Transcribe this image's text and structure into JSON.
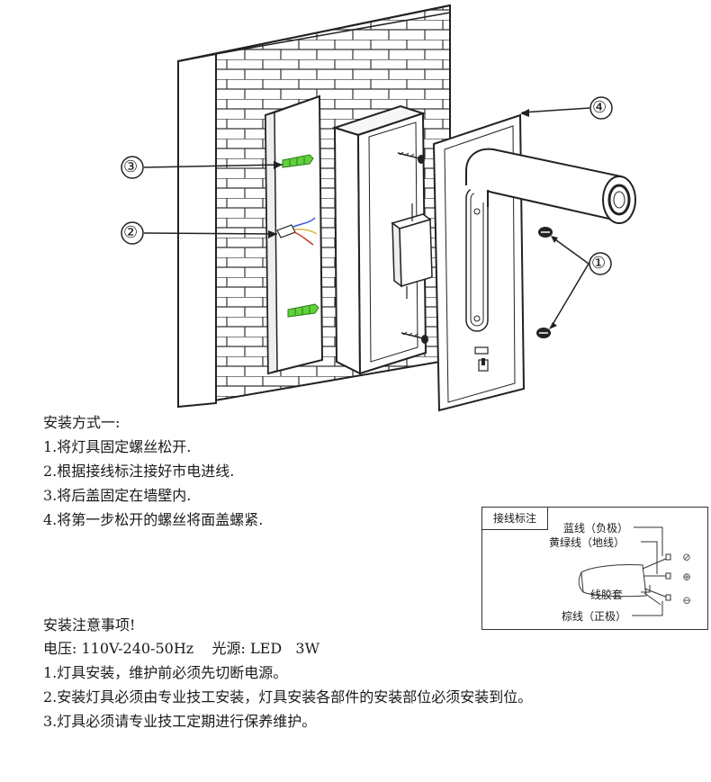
{
  "callouts": {
    "c1": "①",
    "c2": "②",
    "c3": "③",
    "c4": "④"
  },
  "install": {
    "title": "安装方式一:",
    "steps": [
      "1.将灯具固定螺丝松开.",
      "2.根据接线标注接好市电进线.",
      "3.将后盖固定在墙壁内.",
      "4.将第一步松开的螺丝将面盖螺紧."
    ]
  },
  "wiring": {
    "title": "接线标注",
    "blue": "蓝线（负极）",
    "yellow_green": "黄绿线（地线）",
    "sleeve": "线胶套",
    "brown": "棕线（正极）",
    "symbols": [
      "⊘",
      "⊕",
      "⊖"
    ]
  },
  "notes": {
    "title": "安装注意事项!",
    "spec": "电压: 110V-240-50Hz    光源: LED   3W",
    "items": [
      "1.灯具安装，维护前必须先切断电源。",
      "2.安装灯具必须由专业技工安装，灯具安装各部件的安装部位必须安装到位。",
      "3.灯具必须请专业技工定期进行保养维护。"
    ]
  },
  "colors": {
    "anchor_green": "#5fd13c",
    "wire_blue": "#3a5bd8",
    "wire_yellow": "#d9b63a",
    "wire_red": "#c0392b"
  }
}
